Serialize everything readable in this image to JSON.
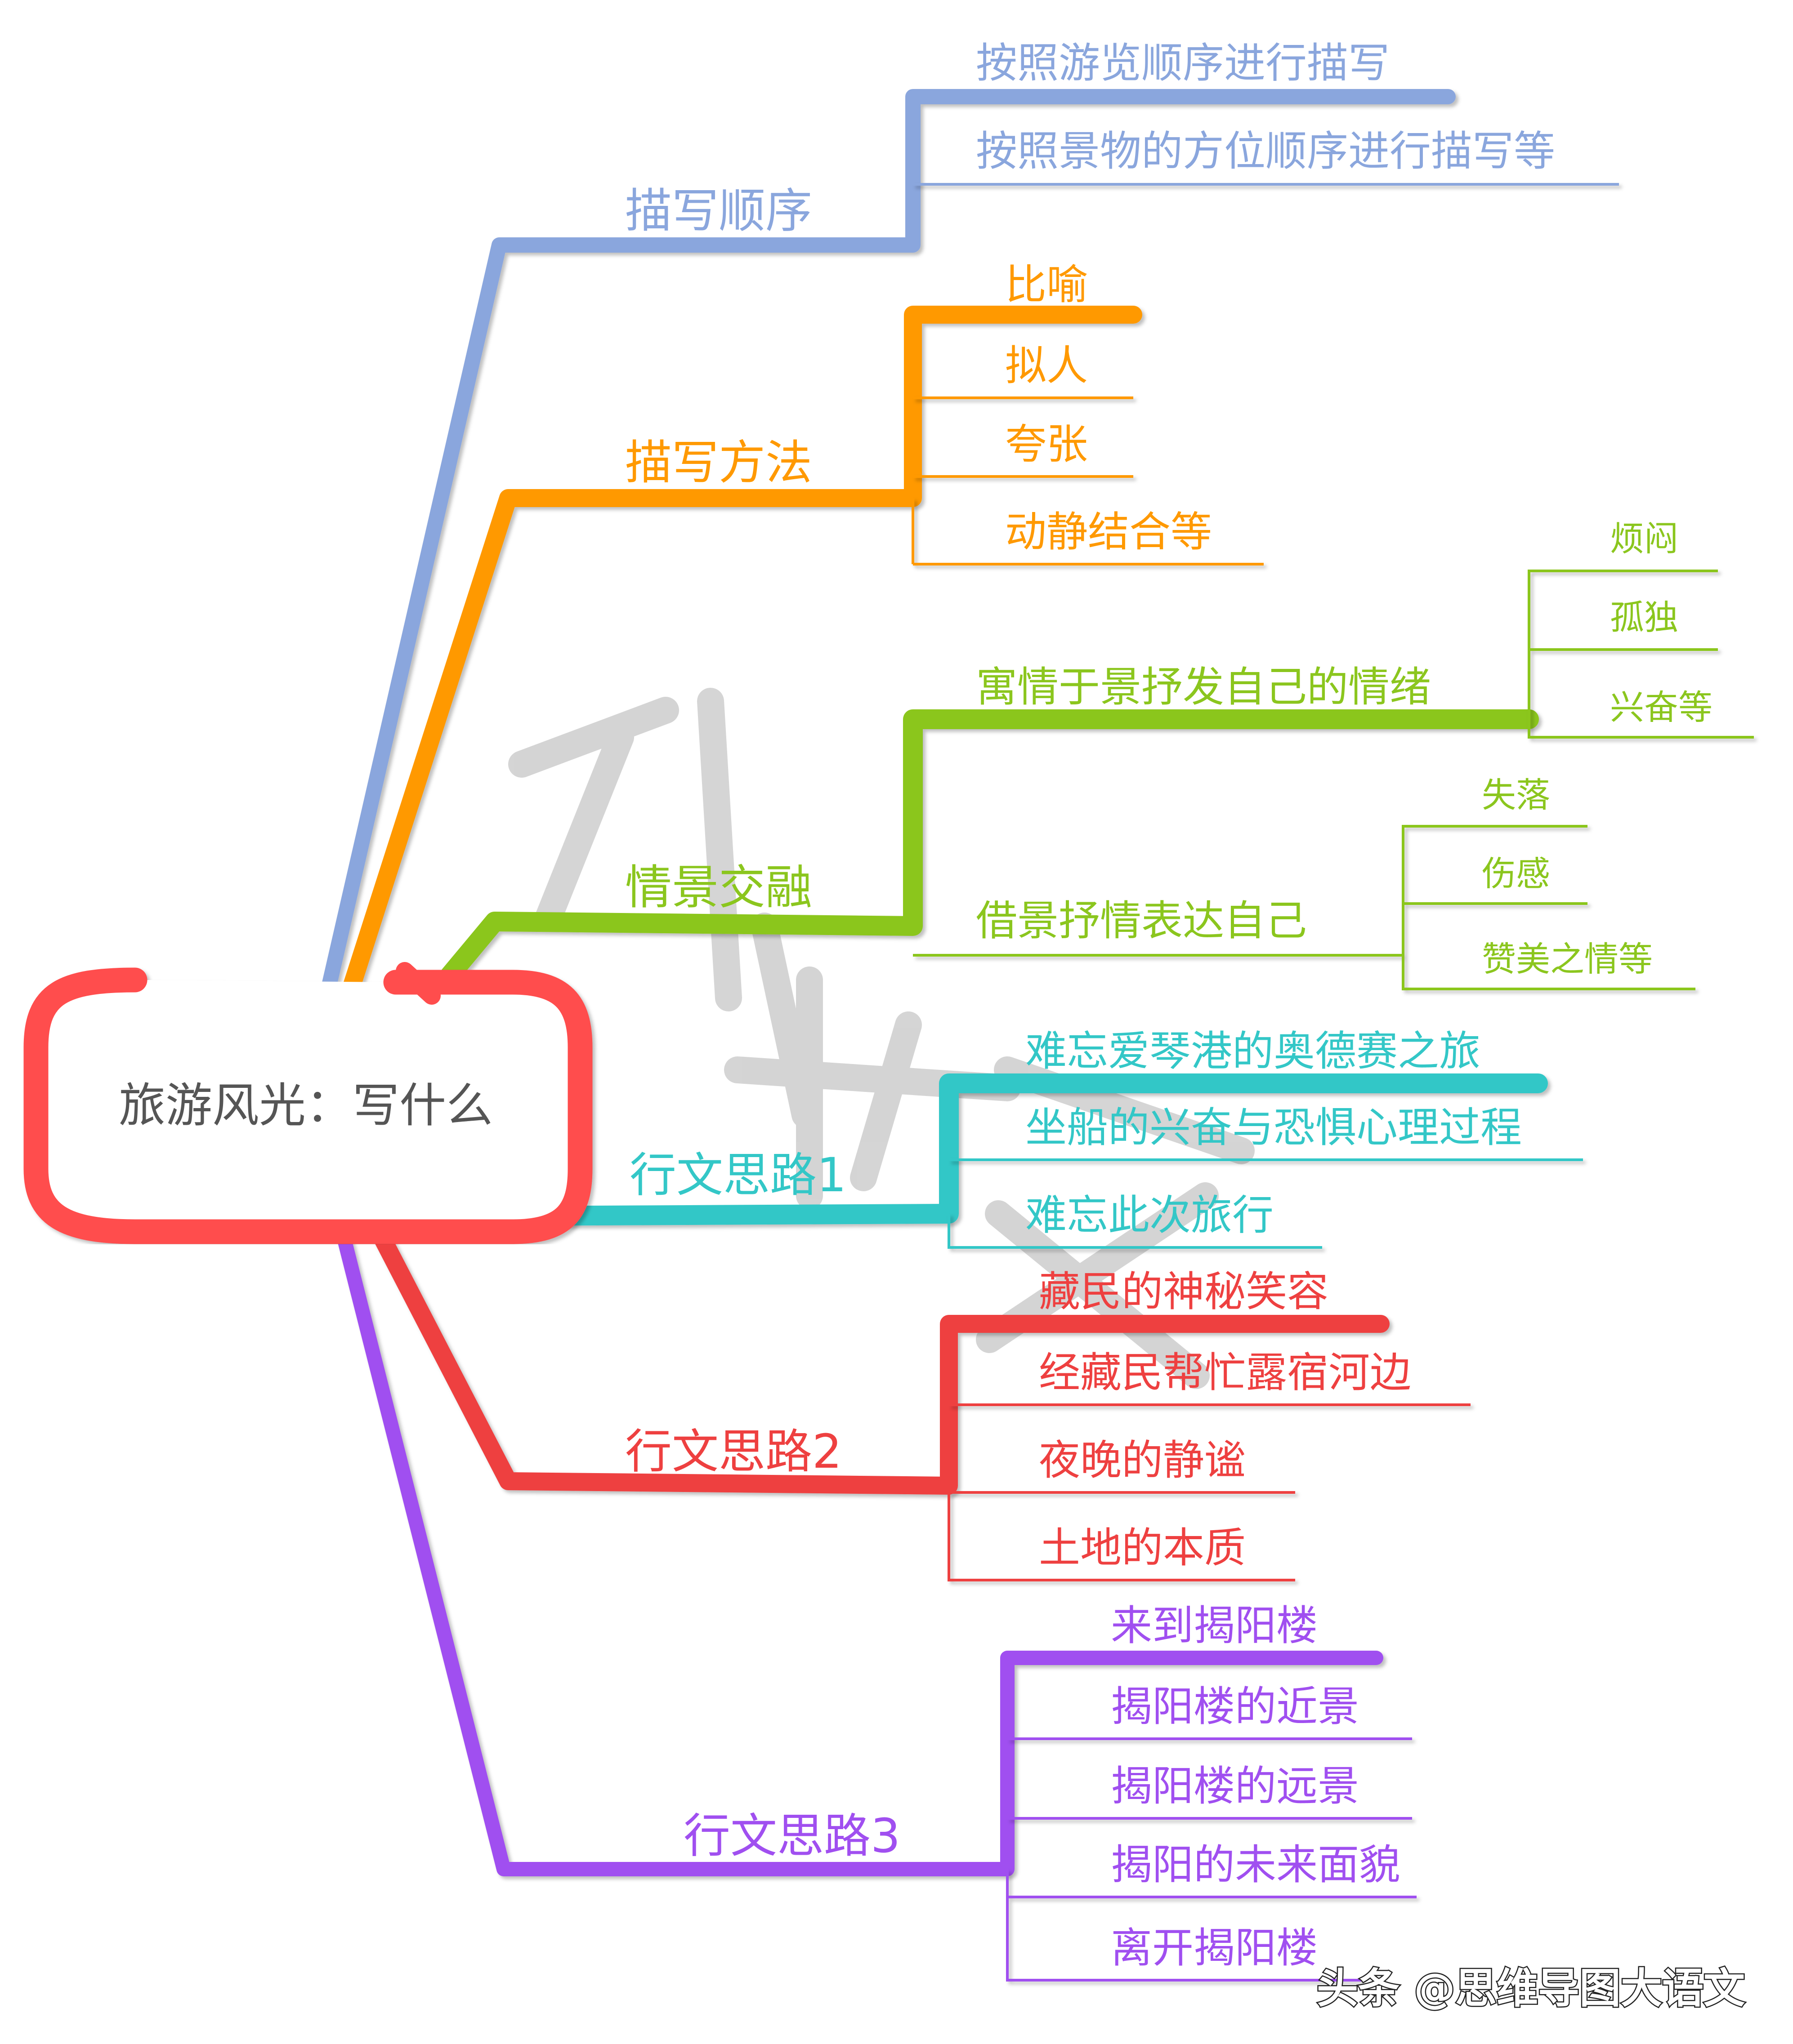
{
  "root": {
    "label": "旅游风光：写什么",
    "color": "#ff4d4d"
  },
  "branches": [
    {
      "label": "描写顺序",
      "color": "#8aa6dd",
      "items": [
        {
          "label": "按照游览顺序进行描写"
        },
        {
          "label": "按照景物的方位顺序进行描写等"
        }
      ]
    },
    {
      "label": "描写方法",
      "color": "#ff9900",
      "items": [
        {
          "label": "比喻"
        },
        {
          "label": "拟人"
        },
        {
          "label": "夸张"
        },
        {
          "label": "动静结合等"
        }
      ]
    },
    {
      "label": "情景交融",
      "color": "#8bc61e",
      "items": [
        {
          "label": "寓情于景抒发自己的情绪",
          "children": [
            {
              "label": "烦闷"
            },
            {
              "label": "孤独"
            },
            {
              "label": "兴奋等"
            }
          ]
        },
        {
          "label": "借景抒情表达自己",
          "children": [
            {
              "label": "失落"
            },
            {
              "label": "伤感"
            },
            {
              "label": "赞美之情等"
            }
          ]
        }
      ]
    },
    {
      "label": "行文思路1",
      "color": "#33c7c7",
      "items": [
        {
          "label": "难忘爱琴港的奥德赛之旅"
        },
        {
          "label": "坐船的兴奋与恐惧心理过程"
        },
        {
          "label": "难忘此次旅行"
        }
      ]
    },
    {
      "label": "行文思路2",
      "color": "#ee4040",
      "items": [
        {
          "label": "藏民的神秘笑容"
        },
        {
          "label": "经藏民帮忙露宿河边"
        },
        {
          "label": "夜晚的静谧"
        },
        {
          "label": "土地的本质"
        }
      ]
    },
    {
      "label": "行文思路3",
      "color": "#a04ff0",
      "items": [
        {
          "label": "来到揭阳楼"
        },
        {
          "label": "揭阳楼的近景"
        },
        {
          "label": "揭阳楼的远景"
        },
        {
          "label": "揭阳的未来面貌"
        },
        {
          "label": "离开揭阳楼"
        }
      ]
    }
  ],
  "watermark": {
    "text": "头条 @思维导图大语文"
  }
}
